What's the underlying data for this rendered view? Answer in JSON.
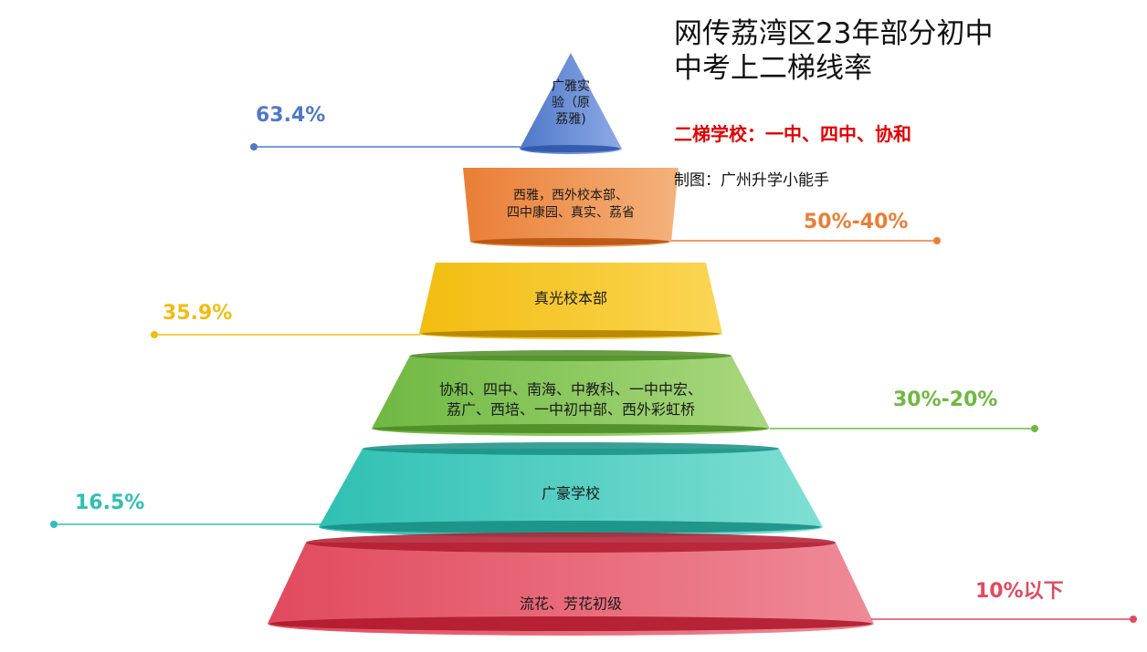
{
  "title_line1": "网传荔湾区23年部分初中",
  "title_line2": "中考上二梯线率",
  "subtitle": "二梯学校：一中、四中、协和",
  "credit": "制图：广州升学小能手",
  "tiers": [
    {
      "schools_lines": [
        "广雅实",
        "验（原",
        "荔雅)"
      ],
      "rate": "63.4%",
      "color_main": "#4f78c9",
      "color_light": "#8eaae6",
      "color_dark": "#2f57a8"
    },
    {
      "schools_lines": [
        "西雅，西外校本部、",
        "四中康园、真实、荔省"
      ],
      "rate": "50%-40%",
      "color_main": "#ea7e35",
      "color_light": "#f4b27c",
      "color_dark": "#b8520f"
    },
    {
      "schools_lines": [
        "真光校本部"
      ],
      "rate": "35.9%",
      "color_main": "#f2bd10",
      "color_light": "#fbd655",
      "color_dark": "#b38300"
    },
    {
      "schools_lines": [
        "协和、四中、南海、中教科、一中中宏、",
        "荔广、西培、一中初中部、西外彩虹桥"
      ],
      "rate": "30%-20%",
      "color_main": "#6fb842",
      "color_light": "#a9d87e",
      "color_dark": "#4d8c26"
    },
    {
      "schools_lines": [
        "广豪学校"
      ],
      "rate": "16.5%",
      "color_main": "#2fc0b3",
      "color_light": "#7fdfd4",
      "color_dark": "#188f84"
    },
    {
      "schools_lines": [
        "流花、芳花初级"
      ],
      "rate": "10%以下",
      "color_main": "#e14a5e",
      "color_light": "#ef8a97",
      "color_dark": "#b01a2e"
    }
  ]
}
